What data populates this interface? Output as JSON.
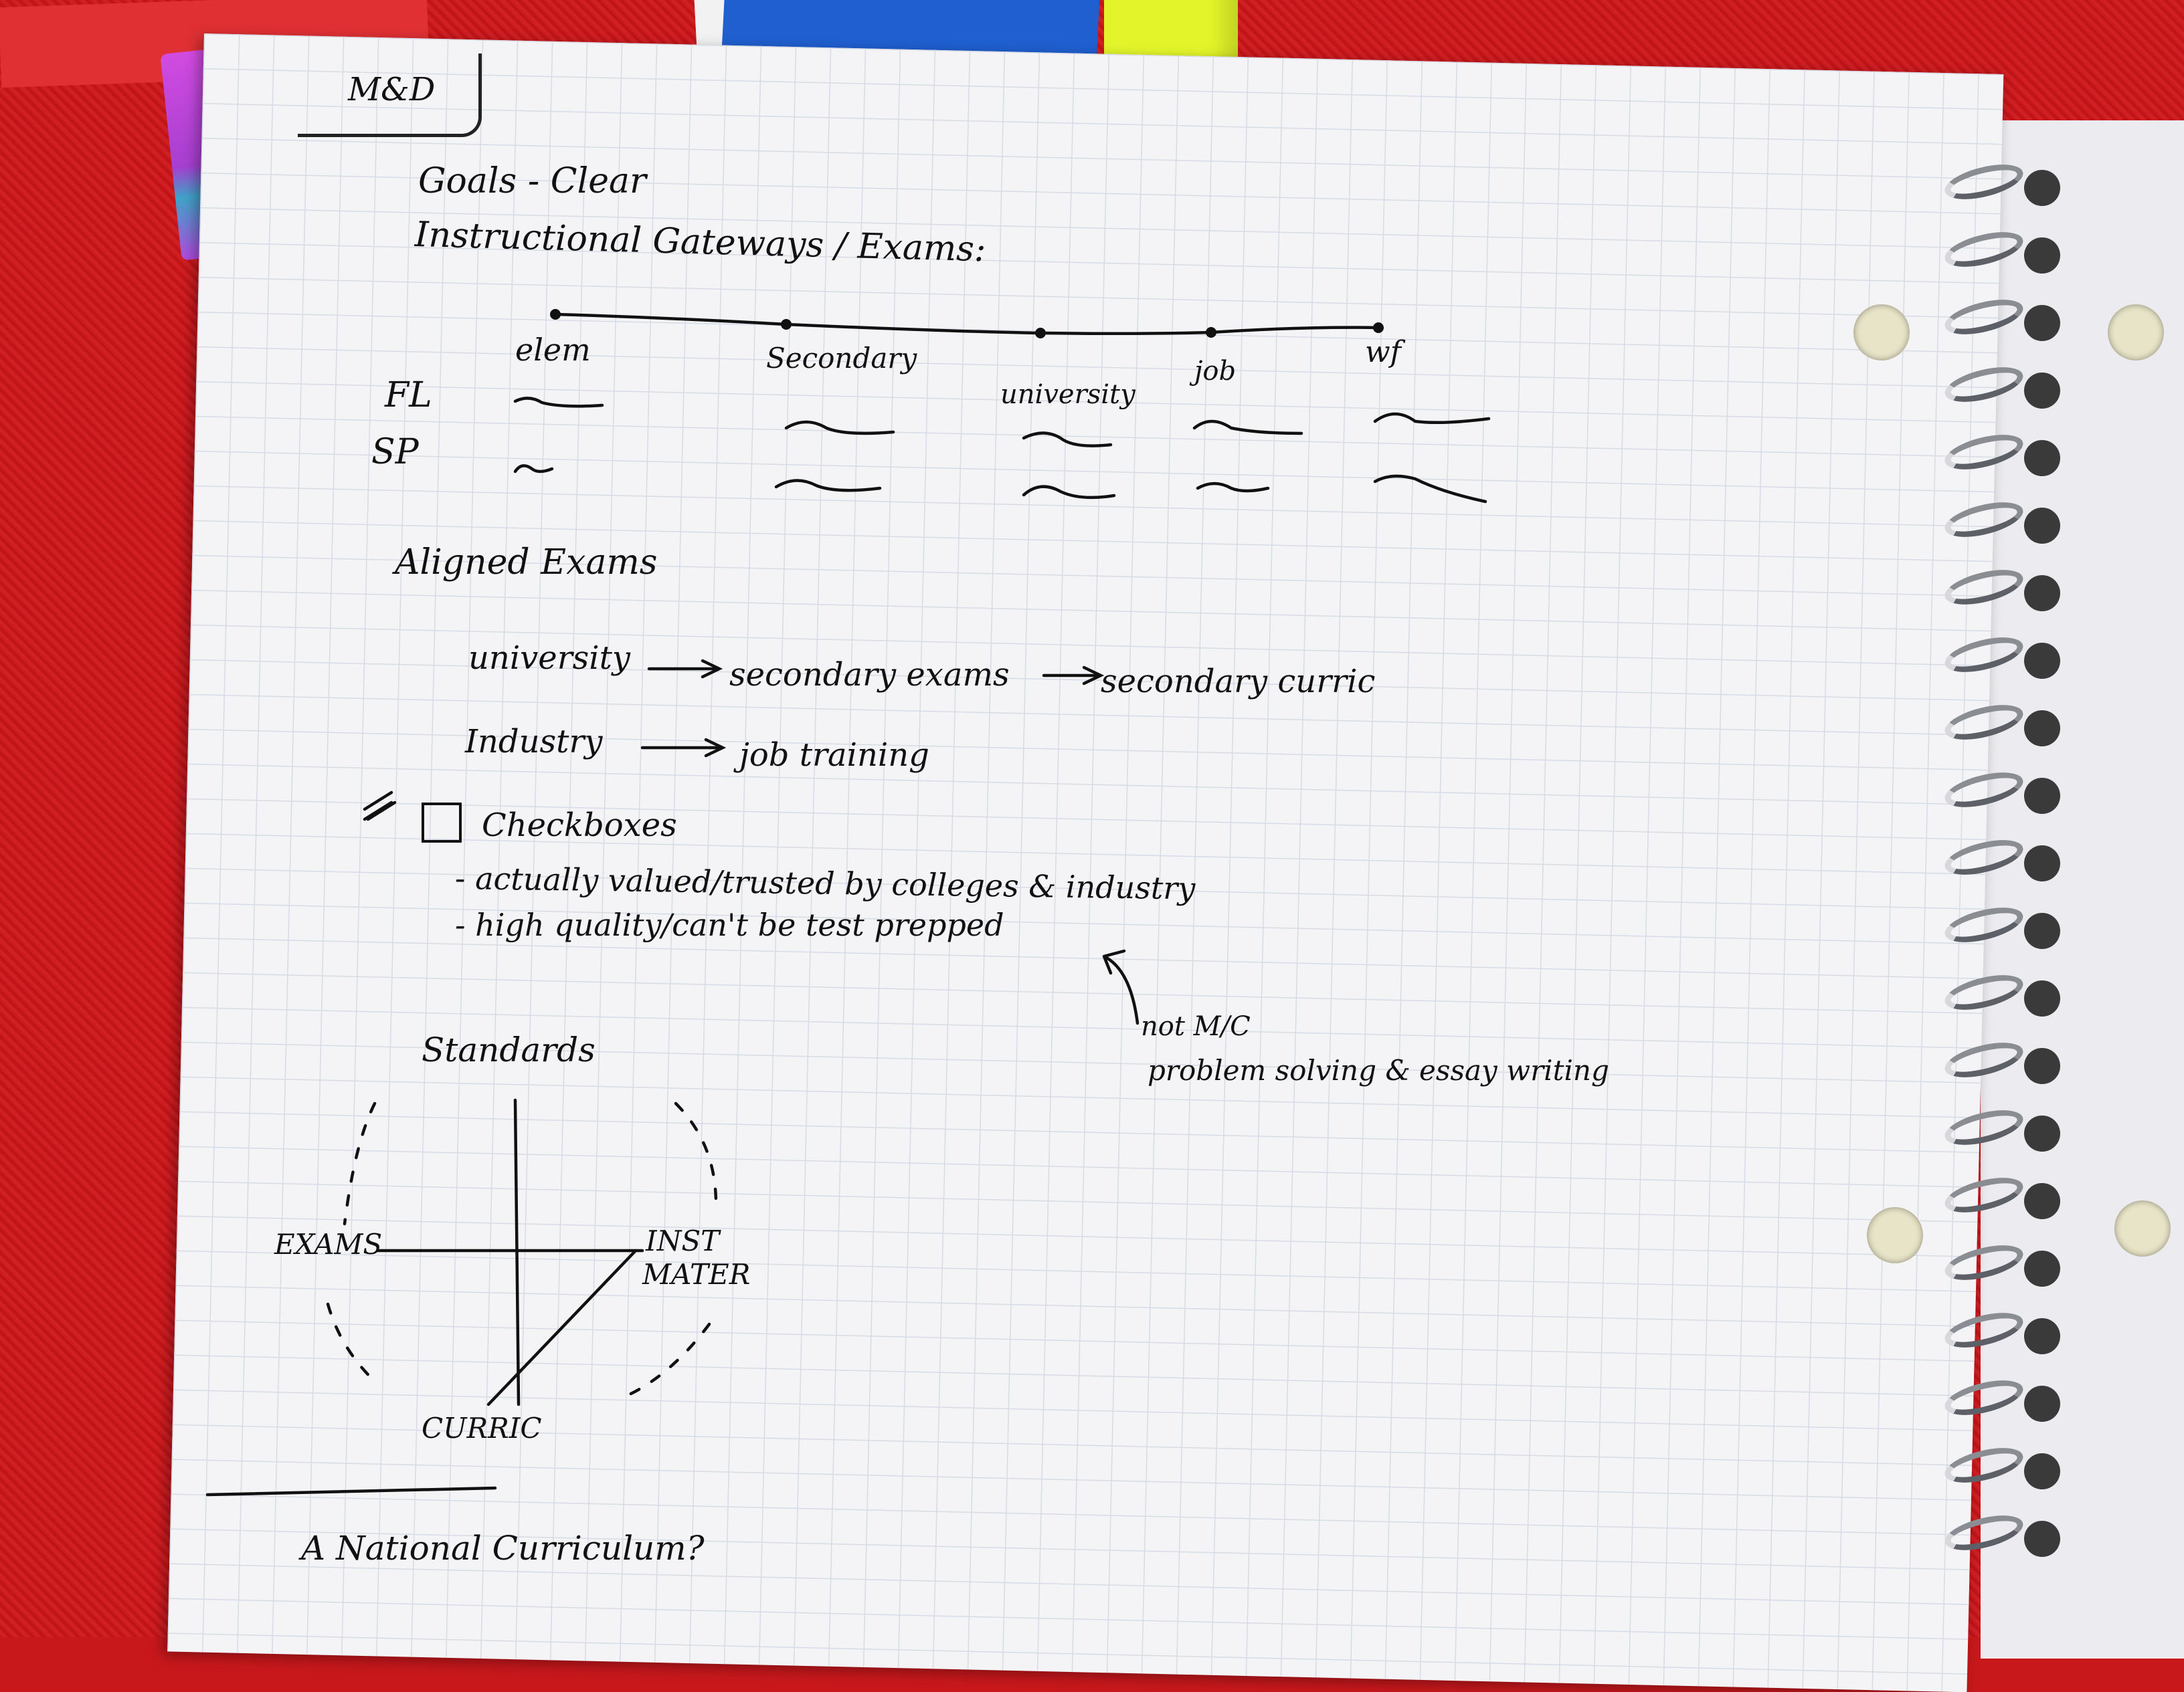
{
  "header_box": "M&D",
  "goals": "Goals - Clear",
  "gateways_heading": "Instructional Gateways / Exams:",
  "timeline_stages": [
    "elem",
    "Secondary",
    "university",
    "job",
    "wf"
  ],
  "row_labels": [
    "FL",
    "SP"
  ],
  "aligned_heading": "Aligned Exams",
  "flow_1": [
    "university",
    "secondary exams",
    "secondary curric"
  ],
  "flow_2": [
    "Industry",
    "job training"
  ],
  "checkboxes_heading": "Checkboxes",
  "checkbox_notes": [
    "- actually valued/trusted by colleges & industry",
    "- high quality/can't be test prepped"
  ],
  "side_note": [
    "not M/C",
    "problem solving & essay writing"
  ],
  "standards_heading": "Standards",
  "diagram_labels": {
    "left": "EXAMS",
    "right_1": "INST",
    "right_2": "MATER",
    "bottom": "CURRIC"
  },
  "closing_question": "A National Curriculum?"
}
